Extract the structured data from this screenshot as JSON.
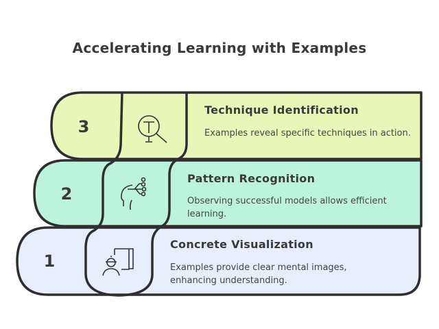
{
  "title": "Accelerating Learning with Examples",
  "colors": {
    "row3": "#e8f6b8",
    "row2": "#bdf2dc",
    "row1": "#e8eefb",
    "stroke": "#2f2f2f"
  },
  "rows": [
    {
      "number": "3",
      "heading": "Technique Identification",
      "description": "Examples reveal specific techniques in action.",
      "icon": "technique-search-icon"
    },
    {
      "number": "2",
      "heading": "Pattern Recognition",
      "description": "Observing successful models allows efficient learning.",
      "icon": "head-network-icon"
    },
    {
      "number": "1",
      "heading": "Concrete Visualization",
      "description": "Examples provide clear mental images, enhancing understanding.",
      "icon": "person-board-icon"
    }
  ]
}
